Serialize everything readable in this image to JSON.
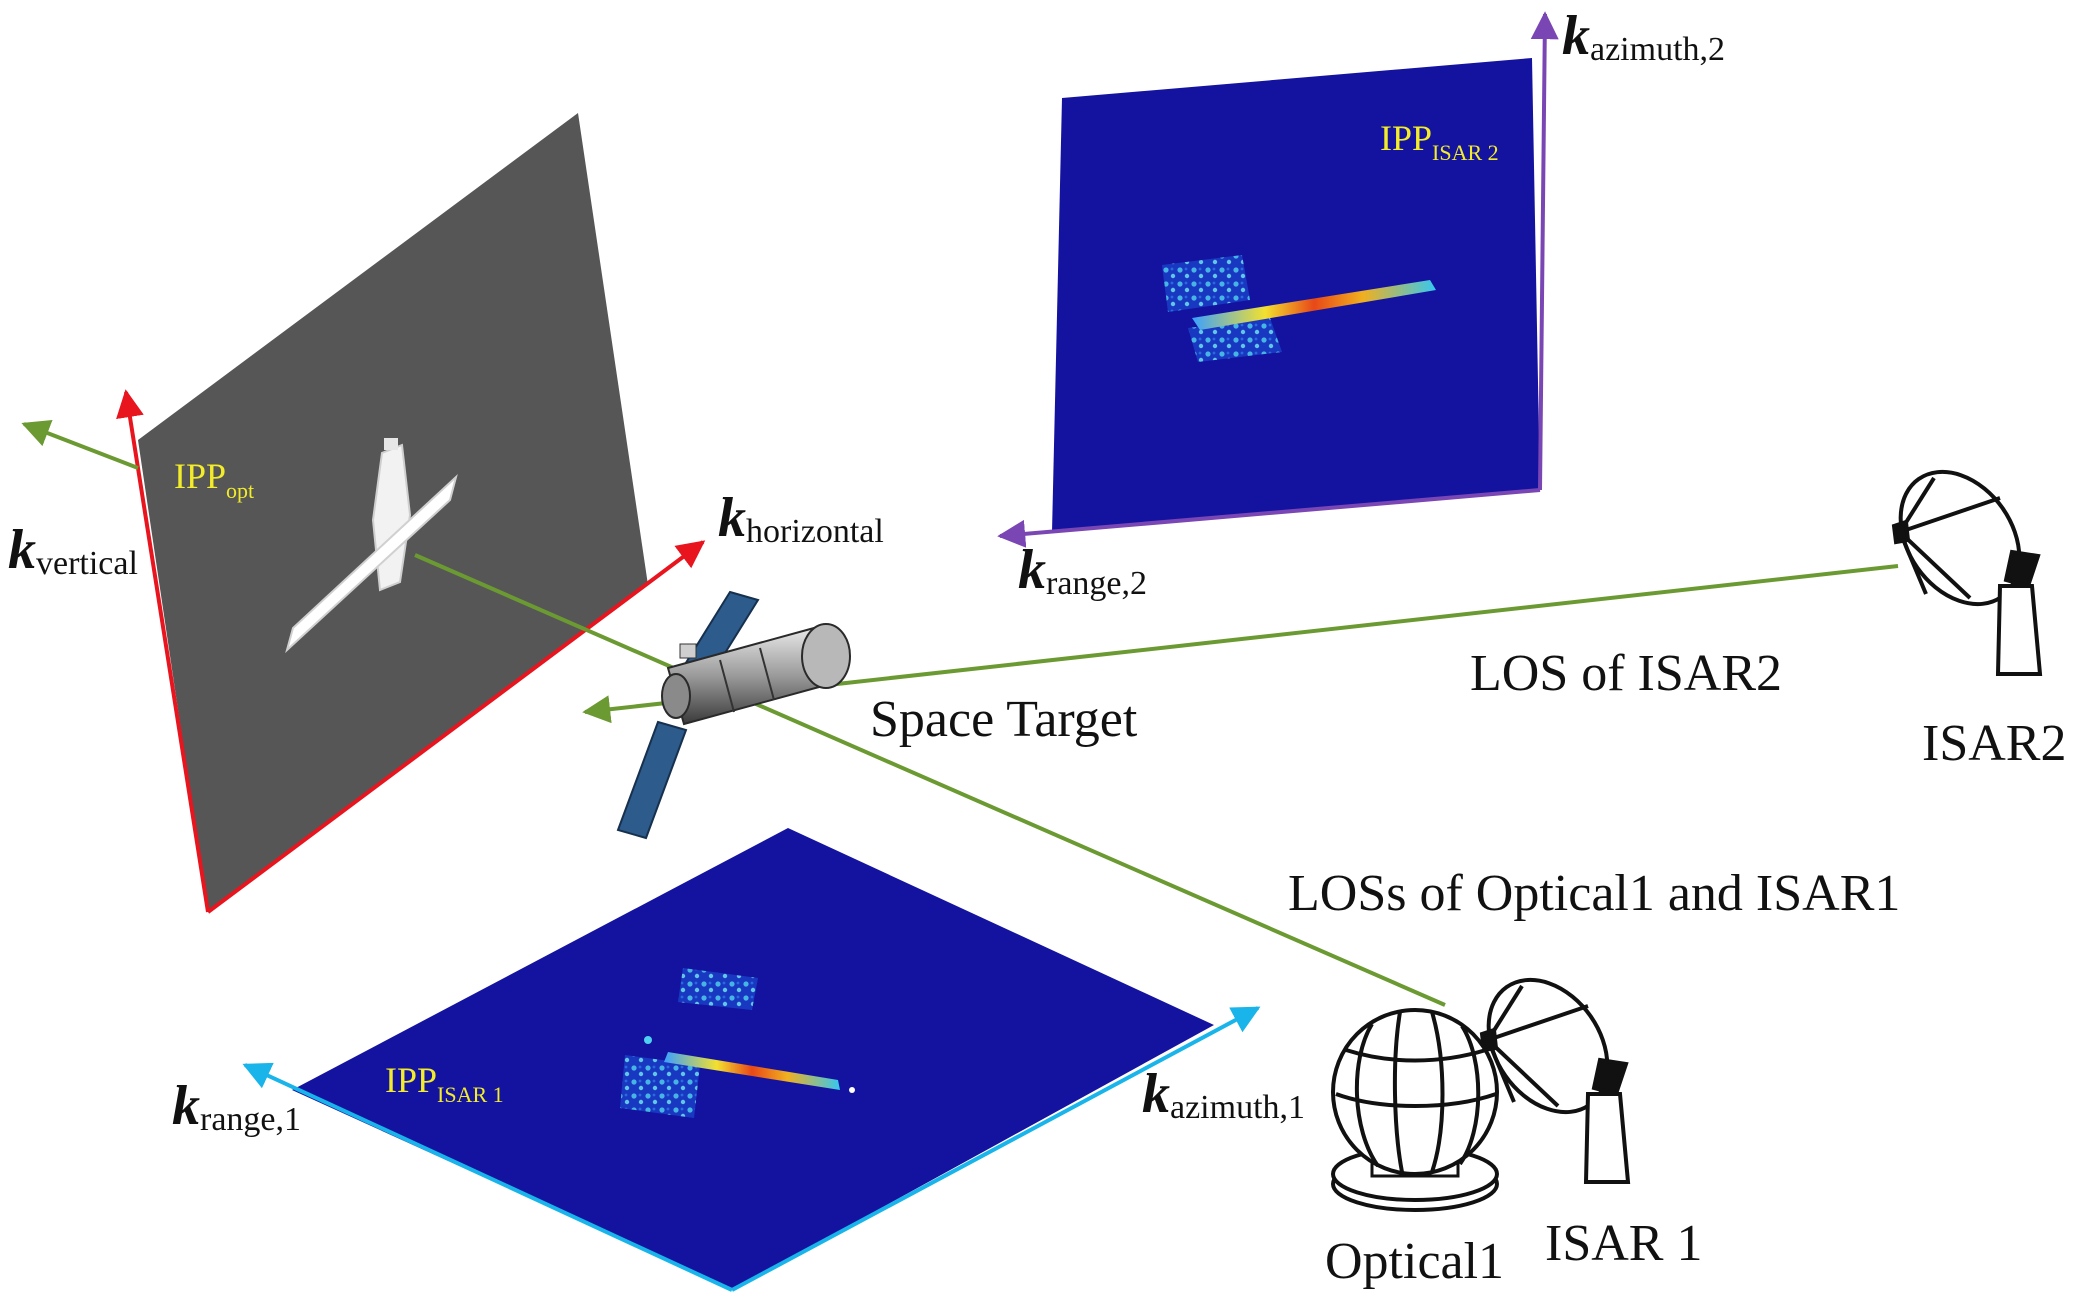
{
  "colors": {
    "optical_plane": "#565656",
    "isar_plane": "#1413a0",
    "red_axis": "#e8141e",
    "purple_axis": "#7a46b4",
    "cyan_axis": "#18b4ea",
    "los_green": "#6b9a32",
    "ipp_label": "#f2ec2a",
    "text": "#111111"
  },
  "axes": {
    "k_vertical": {
      "letter": "k",
      "sub": "vertical"
    },
    "k_horizontal": {
      "letter": "k",
      "sub": "horizontal"
    },
    "k_azimuth_2": {
      "letter": "k",
      "sub": "azimuth,2"
    },
    "k_range_2": {
      "letter": "k",
      "sub": "range,2"
    },
    "k_range_1": {
      "letter": "k",
      "sub": "range,1"
    },
    "k_azimuth_1": {
      "letter": "k",
      "sub": "azimuth,1"
    }
  },
  "planes": {
    "ipp_opt": {
      "main": "IPP",
      "sub": "opt"
    },
    "ipp_isar2": {
      "main": "IPP",
      "sub": "ISAR 2"
    },
    "ipp_isar1": {
      "main": "IPP",
      "sub": "ISAR 1"
    }
  },
  "labels": {
    "space_target": "Space Target",
    "los_isar2": "LOS of ISAR2",
    "los_optical1_isar1": "LOSs of Optical1 and ISAR1",
    "isar2": "ISAR2",
    "optical1": "Optical1",
    "isar1": "ISAR 1"
  },
  "icons": [
    "satellite-icon",
    "radar-dish-icon",
    "optical-telescope-icon"
  ]
}
